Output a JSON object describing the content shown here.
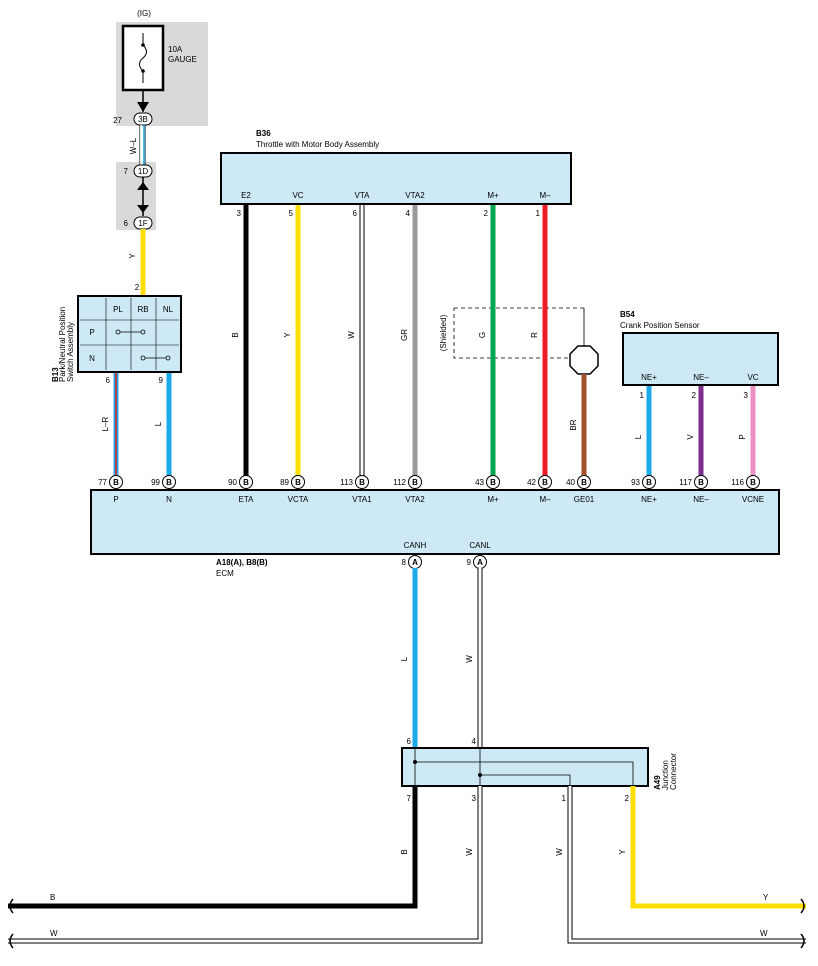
{
  "power": {
    "source": "(IG)",
    "fuse_amp": "10A",
    "fuse_name": "GAUGE"
  },
  "connectors": {
    "c3B": {
      "num": "27",
      "code": "3B"
    },
    "c1D": {
      "num": "7",
      "code": "1D"
    },
    "c1F": {
      "num": "6",
      "code": "1F"
    }
  },
  "wires": {
    "w_wl": "W–L",
    "w_y_top": "Y",
    "b13_pin_top": "2",
    "b13_l_r": "L–R",
    "b13_l": "L",
    "e2": "B",
    "vc": "Y",
    "vta": "W",
    "vta2": "GR",
    "mp": "G",
    "mm": "R",
    "shielded": "(Shielded)",
    "br": "BR",
    "nep": "L",
    "nem": "V",
    "vcne": "P",
    "canh": "L",
    "canl": "W",
    "bot_b": "B",
    "bot_w3": "W",
    "bot_w1": "W",
    "bot_y": "Y",
    "out_b": "B",
    "out_w_left": "W",
    "out_y": "Y",
    "out_w_right": "W"
  },
  "b13": {
    "id": "B13",
    "name_line1": "Park/Neutral Position",
    "name_line2": "Switch Assembly",
    "cols": [
      "PL",
      "RB",
      "NL"
    ],
    "rows": [
      "P",
      "N"
    ],
    "pin_p": "6",
    "pin_n": "9"
  },
  "b36": {
    "id": "B36",
    "name": "Throttle with Motor Body Assembly",
    "terminals": [
      {
        "name": "E2",
        "pin": "3"
      },
      {
        "name": "VC",
        "pin": "5"
      },
      {
        "name": "VTA",
        "pin": "6"
      },
      {
        "name": "VTA2",
        "pin": "4"
      },
      {
        "name": "M+",
        "pin": "2"
      },
      {
        "name": "M–",
        "pin": "1"
      }
    ]
  },
  "b54": {
    "id": "B54",
    "name": "Crank Position Sensor",
    "terminals": [
      {
        "name": "NE+",
        "pin": "1"
      },
      {
        "name": "NE–",
        "pin": "2"
      },
      {
        "name": "VC",
        "pin": "3"
      }
    ]
  },
  "ecm": {
    "id": "A18(A), B8(B)",
    "name": "ECM",
    "terminals": [
      {
        "pin": "77",
        "conn": "B",
        "name": "P"
      },
      {
        "pin": "99",
        "conn": "B",
        "name": "N"
      },
      {
        "pin": "90",
        "conn": "B",
        "name": "ETA"
      },
      {
        "pin": "89",
        "conn": "B",
        "name": "VCTA"
      },
      {
        "pin": "113",
        "conn": "B",
        "name": "VTA1"
      },
      {
        "pin": "112",
        "conn": "B",
        "name": "VTA2"
      },
      {
        "pin": "43",
        "conn": "B",
        "name": "M+"
      },
      {
        "pin": "42",
        "conn": "B",
        "name": "M–"
      },
      {
        "pin": "40",
        "conn": "B",
        "name": "GE01"
      },
      {
        "pin": "93",
        "conn": "B",
        "name": "NE+"
      },
      {
        "pin": "117",
        "conn": "B",
        "name": "NE–"
      },
      {
        "pin": "116",
        "conn": "B",
        "name": "VCNE"
      }
    ],
    "can": [
      {
        "pin": "8",
        "conn": "A",
        "name": "CANH"
      },
      {
        "pin": "9",
        "conn": "A",
        "name": "CANL"
      }
    ]
  },
  "a49": {
    "id": "A49",
    "name_line1": "Junction",
    "name_line2": "Connector",
    "top_pins": [
      "6",
      "4"
    ],
    "bottom_pins": [
      "7",
      "3",
      "1",
      "2"
    ]
  },
  "colors": {
    "black": "#000000",
    "yellow": "#ffdd00",
    "white": "#ffffff",
    "gray": "#9a9a9a",
    "green": "#00a650",
    "red": "#ed1c24",
    "blue": "#1ba9e8",
    "brown": "#a0522d",
    "purple": "#7b2e8e",
    "pink": "#ec8fc3",
    "box": "#cde9f5"
  }
}
